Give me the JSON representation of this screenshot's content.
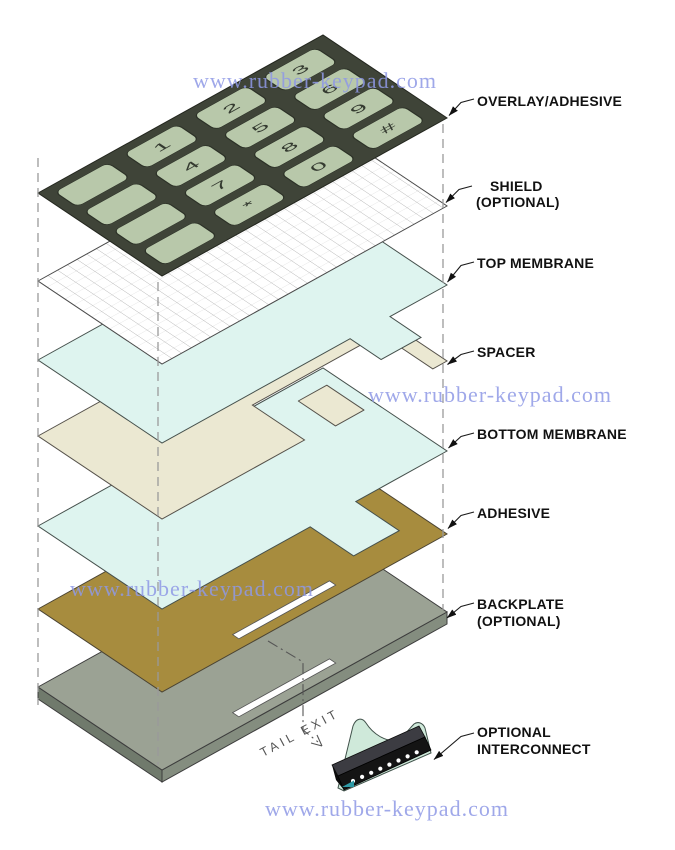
{
  "diagram": {
    "watermark": "www.rubber-keypad.com",
    "tail_exit": "TAIL EXIT",
    "keys": [
      "1",
      "2",
      "3",
      "4",
      "5",
      "6",
      "7",
      "8",
      "9",
      "*",
      "0",
      "#"
    ],
    "labels": {
      "overlay": "OVERLAY/ADHESIVE",
      "shield1": "SHIELD",
      "shield2": "(OPTIONAL)",
      "top_membrane": "TOP MEMBRANE",
      "spacer": "SPACER",
      "bottom_membrane": "BOTTOM MEMBRANE",
      "adhesive": "ADHESIVE",
      "backplate1": "BACKPLATE",
      "backplate2": "(OPTIONAL)",
      "interconnect1": "OPTIONAL",
      "interconnect2": "INTERCONNECT"
    },
    "colors": {
      "overlay": "#3f4438",
      "keycap": "#b8c8aa",
      "membrane": "#def4ef",
      "spacer": "#ebe8d2",
      "adhesive": "#a78c3e",
      "backplate": "#9ba294",
      "backplate_side_left": "#707a6c",
      "backplate_side_right": "#848d7f",
      "flex": "#cfe9da",
      "connector": "#141414",
      "watermark": "#8f99e6",
      "contact": "#111111",
      "trace": "#c9c9c0"
    }
  }
}
